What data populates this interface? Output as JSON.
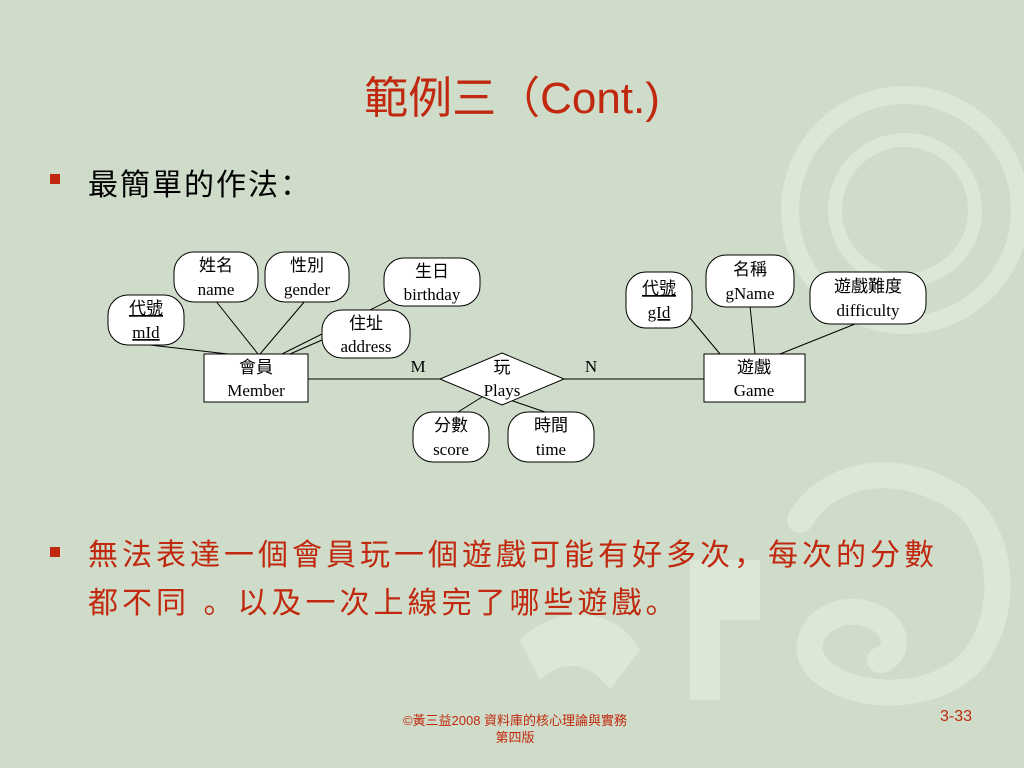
{
  "title": {
    "zh": "範例三（",
    "latin": "Cont.)"
  },
  "bullets": [
    {
      "text": "最簡單的作法："
    },
    {
      "text": "無法表達一個會員玩一個遊戲可能有好多次，每次的分數都不同 。以及一次上線完了哪些遊戲。"
    }
  ],
  "diagram": {
    "entities": [
      {
        "id": "member",
        "zh": "會員",
        "en": "Member"
      },
      {
        "id": "game",
        "zh": "遊戲",
        "en": "Game"
      }
    ],
    "relationship": {
      "zh": "玩",
      "en": "Plays"
    },
    "cardinality": {
      "left": "M",
      "right": "N"
    },
    "attributes": {
      "mId": {
        "zh": "代號",
        "en": "mId",
        "key": true
      },
      "name": {
        "zh": "姓名",
        "en": "name"
      },
      "gender": {
        "zh": "性別",
        "en": "gender"
      },
      "birthday": {
        "zh": "生日",
        "en": "birthday"
      },
      "address": {
        "zh": "住址",
        "en": "address"
      },
      "gId": {
        "zh": "代號",
        "en": "gId",
        "key": true
      },
      "gName": {
        "zh": "名稱",
        "en": "gName"
      },
      "difficulty": {
        "zh": "遊戲難度",
        "en": "difficulty"
      },
      "score": {
        "zh": "分數",
        "en": "score"
      },
      "time": {
        "zh": "時間",
        "en": "time"
      }
    }
  },
  "footer": {
    "line1": "©黃三益2008 資料庫的核心理論與實務",
    "line2": "第四版",
    "page": "3-33"
  },
  "colors": {
    "background": "#cfdcc9",
    "accent": "#c0290f",
    "decoration": "#dfe8da"
  }
}
